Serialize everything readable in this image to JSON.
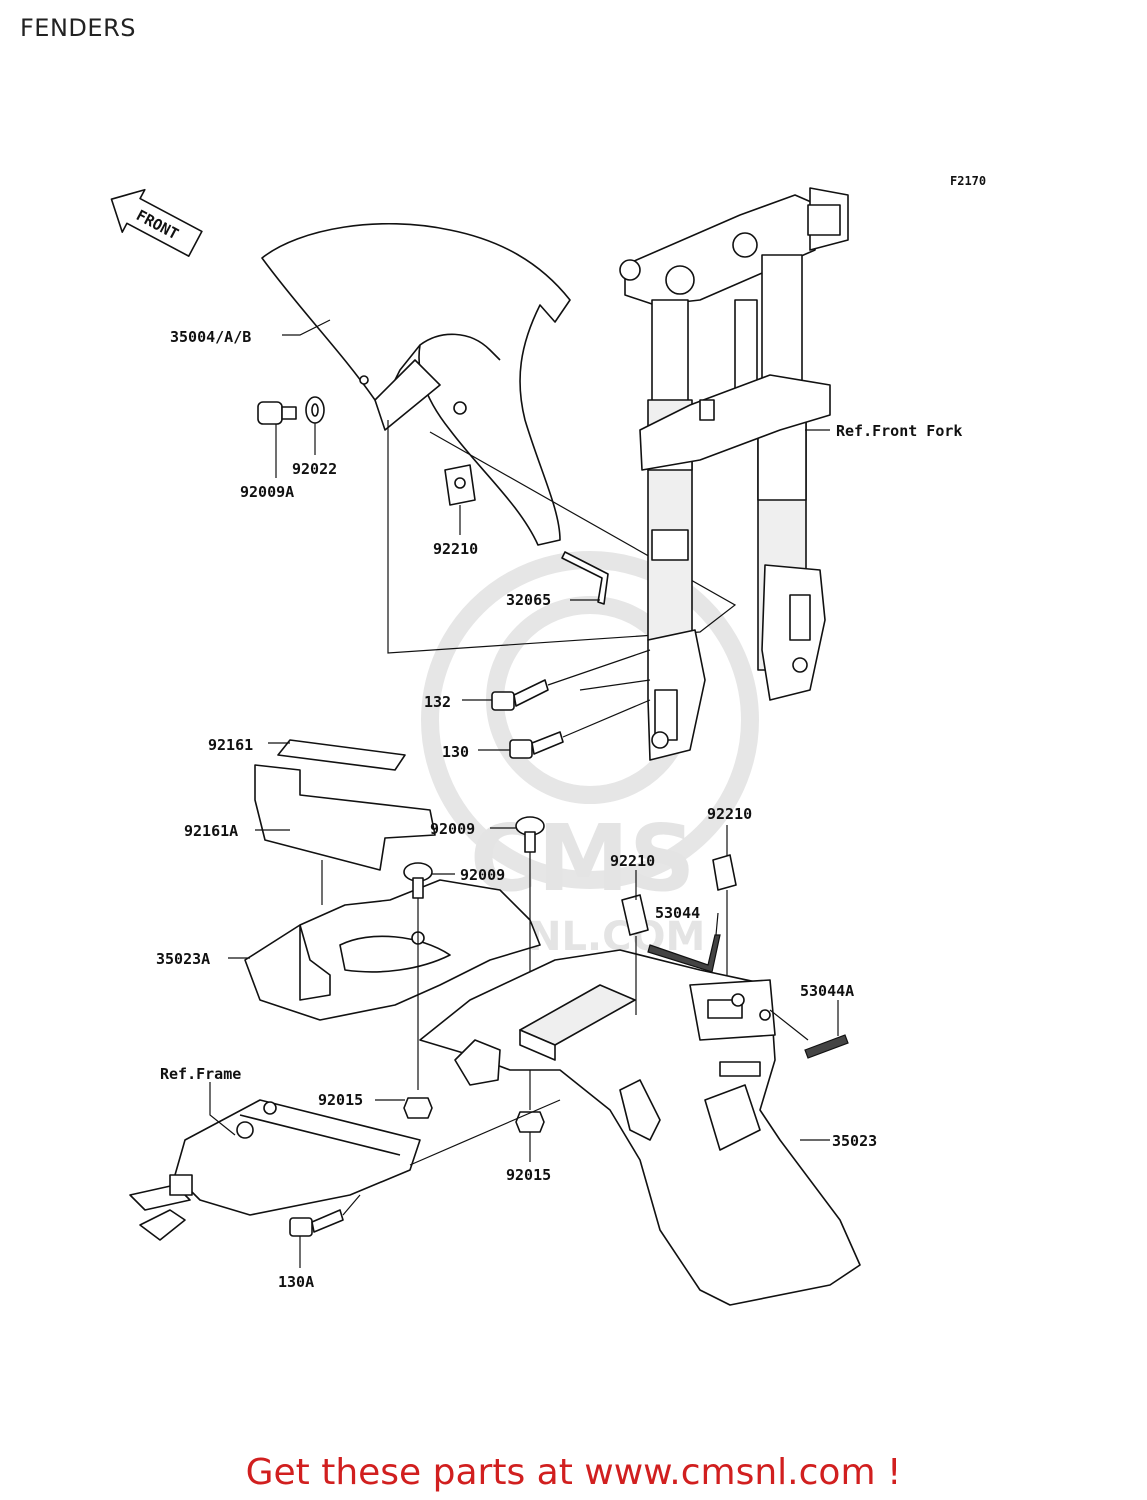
{
  "page": {
    "title": "FENDERS",
    "figure_code": "F2170",
    "front_arrow": "FRONT",
    "watermark": "CMS",
    "watermark_url": "CMSNL.COM",
    "footer_link": "Get these parts at www.cmsnl.com !"
  },
  "labels": {
    "p35004": "35004/A/B",
    "p92022": "92022",
    "p92009A": "92009A",
    "p92210a": "92210",
    "p32065": "32065",
    "ref_fork": "Ref.Front Fork",
    "p132": "132",
    "p130": "130",
    "p92161": "92161",
    "p92161A": "92161A",
    "p92009a": "92009",
    "p92009b": "92009",
    "p92210b": "92210",
    "p92210c": "92210",
    "p53044": "53044",
    "p53044A": "53044A",
    "p35023A": "35023A",
    "ref_frame": "Ref.Frame",
    "p92015a": "92015",
    "p92015b": "92015",
    "p35023": "35023",
    "p130A": "130A"
  },
  "icons": [
    "front-arrow-icon"
  ]
}
